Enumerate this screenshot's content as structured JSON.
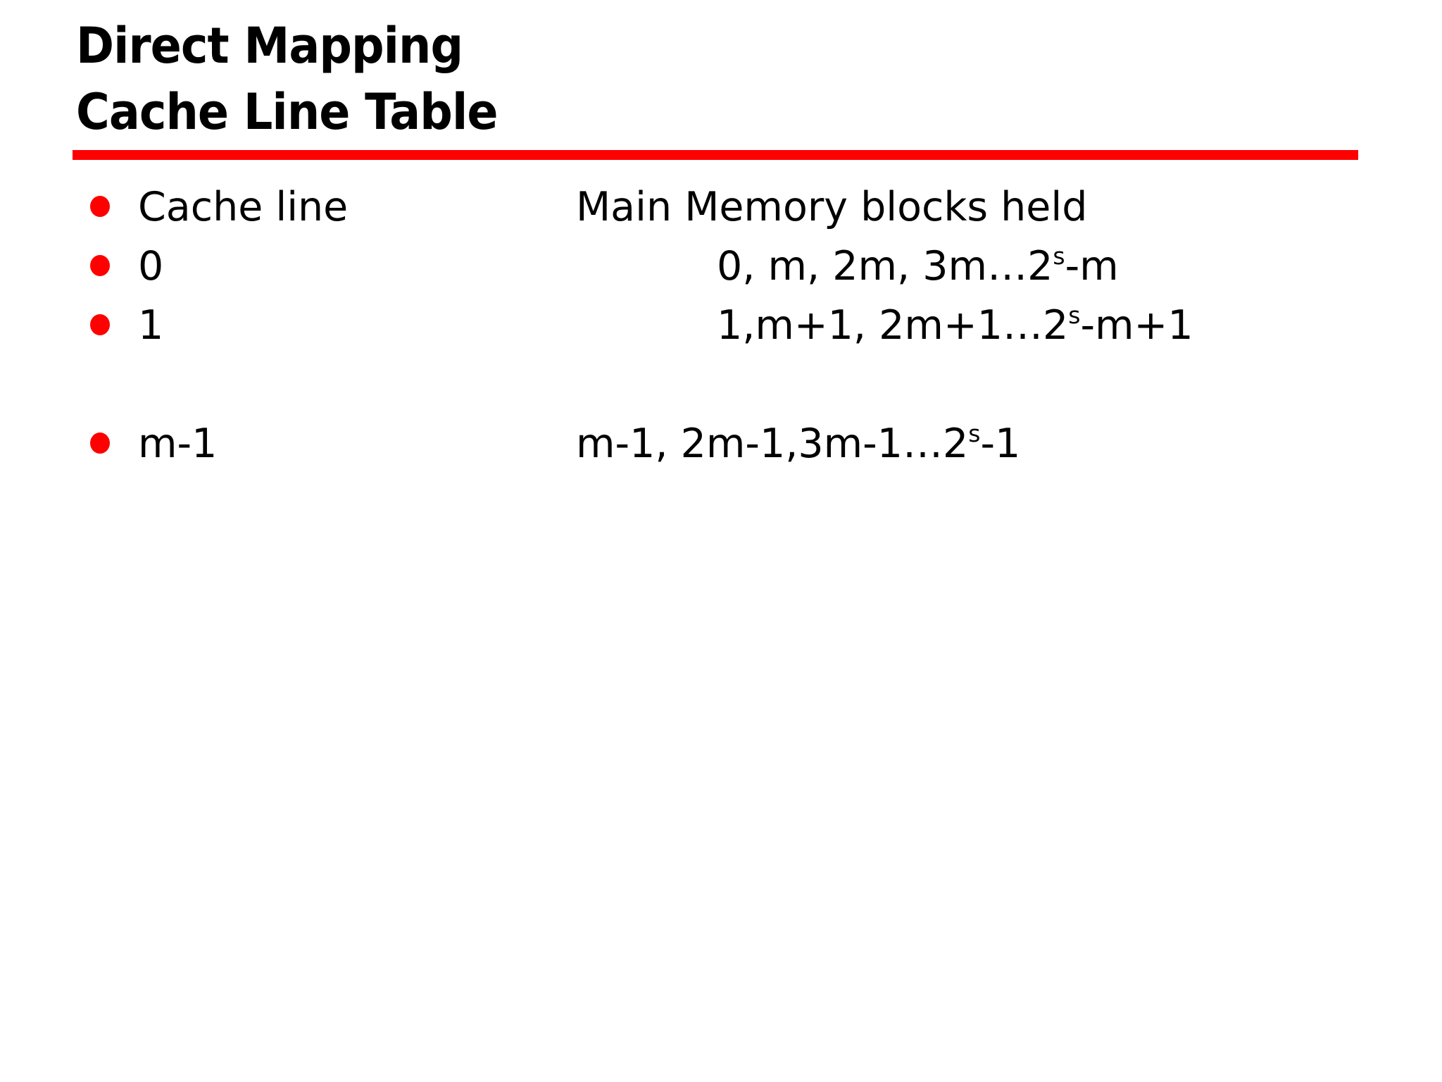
{
  "slide": {
    "background_color": "#ffffff",
    "title": {
      "line1": "Direct Mapping",
      "line2": "Cache Line Table",
      "color": "#000000"
    },
    "divider": {
      "color": "#ff0000"
    },
    "bullet": {
      "color": "#ff0000",
      "glyph": "bullet-dot"
    },
    "rows": [
      {
        "id": "header",
        "left": "Cache line",
        "right_base": "Main Memory blocks held",
        "right_sup": "",
        "right_tail": ""
      },
      {
        "id": "line-0",
        "left": "0",
        "right_base": "0, m, 2m, 3m…2",
        "right_sup": "s",
        "right_tail": "-m"
      },
      {
        "id": "line-1",
        "left": "1",
        "right_base": "1,m+1, 2m+1…2",
        "right_sup": "s",
        "right_tail": "-m+1"
      },
      {
        "id": "line-m-minus-1",
        "left": "m-1",
        "right_base": "m-1, 2m-1,3m-1…2",
        "right_sup": "s",
        "right_tail": "-1"
      }
    ]
  }
}
